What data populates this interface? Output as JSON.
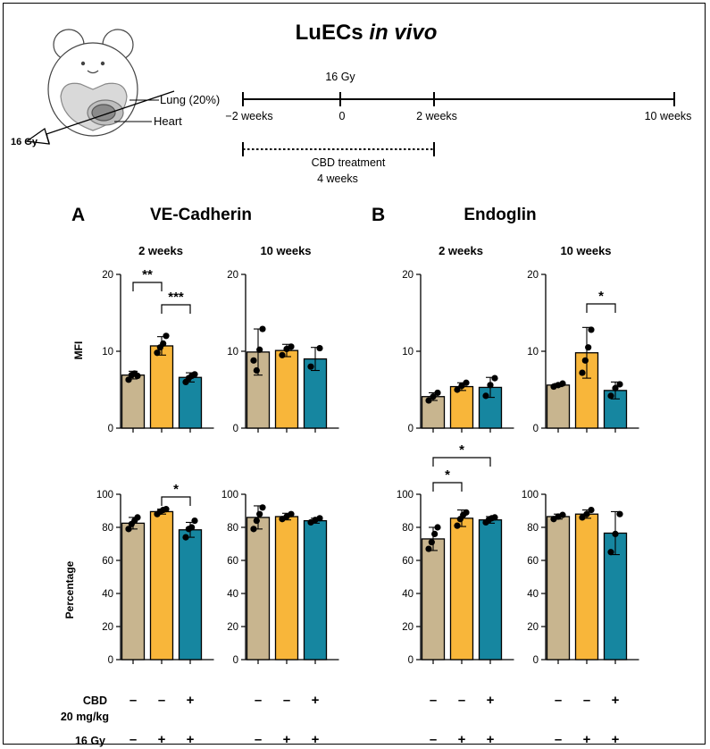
{
  "figure": {
    "title_main": "LuECs ",
    "title_italic": "in vivo",
    "illustration": {
      "lung_label": "Lung (20%)",
      "heart_label": "Heart",
      "dose_label": "16 Gy"
    },
    "timeline": {
      "dose_label": "16 Gy",
      "ticks": [
        "−2 weeks",
        "0",
        "2 weeks",
        "10 weeks"
      ],
      "treatment_label": "CBD treatment",
      "treatment_duration": "4 weeks"
    },
    "panels": [
      {
        "letter": "A",
        "title": "VE-Cadherin"
      },
      {
        "letter": "B",
        "title": "Endoglin"
      }
    ],
    "timepoints": [
      "2 weeks",
      "10 weeks",
      "2 weeks",
      "10 weeks"
    ],
    "conditions": {
      "cbd_label_line1": "CBD",
      "cbd_label_line2": "20 mg/kg",
      "gy_label": "16 Gy",
      "cbd_signs": [
        "–",
        "–",
        "+"
      ],
      "gy_signs": [
        "–",
        "+",
        "+"
      ]
    },
    "colors": {
      "control": "#c8b58f",
      "irradiated": "#f8b63a",
      "cbd": "#1686a0"
    }
  },
  "chart_data": [
    {
      "type": "bar",
      "panel": "A",
      "marker": "VE-Cadherin",
      "timepoint": "2 weeks",
      "ylabel": "MFI",
      "ylim": [
        0,
        20
      ],
      "yticks": [
        0,
        10,
        20
      ],
      "values": [
        6.9,
        10.7,
        6.6
      ],
      "errors": [
        0.5,
        1.2,
        0.6
      ],
      "points": [
        [
          6.3,
          6.9,
          7.1,
          6.8
        ],
        [
          9.8,
          10.5,
          11.0,
          12.0
        ],
        [
          6.0,
          6.5,
          6.8,
          7.0
        ]
      ],
      "significance": [
        {
          "from": 0,
          "to": 1,
          "label": "**"
        },
        {
          "from": 1,
          "to": 2,
          "label": "***"
        }
      ]
    },
    {
      "type": "bar",
      "panel": "A",
      "marker": "VE-Cadherin",
      "timepoint": "10 weeks",
      "ylabel": "",
      "ylim": [
        0,
        20
      ],
      "yticks": [
        0,
        10,
        20
      ],
      "values": [
        9.9,
        10.1,
        9.0
      ],
      "errors": [
        3.0,
        0.8,
        1.5
      ],
      "points": [
        [
          8.8,
          7.5,
          10.2,
          12.9
        ],
        [
          9.5,
          10.3,
          10.6
        ],
        [
          8.0,
          10.4
        ]
      ],
      "significance": []
    },
    {
      "type": "bar",
      "panel": "B",
      "marker": "Endoglin",
      "timepoint": "2 weeks",
      "ylabel": "",
      "ylim": [
        0,
        20
      ],
      "yticks": [
        0,
        10,
        20
      ],
      "values": [
        4.1,
        5.4,
        5.3
      ],
      "errors": [
        0.5,
        0.5,
        1.3
      ],
      "points": [
        [
          3.6,
          4.1,
          4.6
        ],
        [
          5.0,
          5.5,
          5.9
        ],
        [
          4.2,
          5.6,
          6.5
        ]
      ],
      "significance": []
    },
    {
      "type": "bar",
      "panel": "B",
      "marker": "Endoglin",
      "timepoint": "10 weeks",
      "ylabel": "",
      "ylim": [
        0,
        20
      ],
      "yticks": [
        0,
        10,
        20
      ],
      "values": [
        5.6,
        9.8,
        4.9
      ],
      "errors": [
        0.2,
        3.3,
        1.1
      ],
      "points": [
        [
          5.4,
          5.6,
          5.8
        ],
        [
          7.2,
          8.8,
          10.5,
          12.8
        ],
        [
          4.2,
          5.2,
          5.7
        ]
      ],
      "significance": [
        {
          "from": 1,
          "to": 2,
          "label": "*"
        }
      ]
    },
    {
      "type": "bar",
      "panel": "A",
      "marker": "VE-Cadherin",
      "timepoint": "2 weeks",
      "ylabel": "Percentage",
      "ylim": [
        0,
        100
      ],
      "yticks": [
        0,
        20,
        40,
        60,
        80,
        100
      ],
      "values": [
        82.5,
        89.5,
        78.5
      ],
      "errors": [
        3.5,
        1.5,
        4.5
      ],
      "points": [
        [
          79,
          82,
          84,
          86
        ],
        [
          88,
          89.5,
          90.5,
          91
        ],
        [
          74,
          79,
          80,
          84
        ]
      ],
      "significance": [
        {
          "from": 1,
          "to": 2,
          "label": "*"
        }
      ]
    },
    {
      "type": "bar",
      "panel": "A",
      "marker": "VE-Cadherin",
      "timepoint": "10 weeks",
      "ylabel": "",
      "ylim": [
        0,
        100
      ],
      "yticks": [
        0,
        20,
        40,
        60,
        80,
        100
      ],
      "values": [
        86,
        86.5,
        84
      ],
      "errors": [
        7,
        2,
        1.5
      ],
      "points": [
        [
          79,
          84,
          88,
          92
        ],
        [
          85,
          86.5,
          88
        ],
        [
          83,
          84.5,
          85.5
        ]
      ],
      "significance": []
    },
    {
      "type": "bar",
      "panel": "B",
      "marker": "Endoglin",
      "timepoint": "2 weeks",
      "ylabel": "",
      "ylim": [
        0,
        100
      ],
      "yticks": [
        0,
        20,
        40,
        60,
        80,
        100
      ],
      "values": [
        73,
        85.5,
        84.5
      ],
      "errors": [
        7,
        5,
        2
      ],
      "points": [
        [
          67,
          71,
          76,
          80
        ],
        [
          81,
          85,
          87.5,
          89
        ],
        [
          83,
          84.5,
          85.5,
          86
        ]
      ],
      "significance": [
        {
          "from": 0,
          "to": 1,
          "label": "*"
        },
        {
          "from": 0,
          "to": 2,
          "label": "*"
        }
      ]
    },
    {
      "type": "bar",
      "panel": "B",
      "marker": "Endoglin",
      "timepoint": "10 weeks",
      "ylabel": "",
      "ylim": [
        0,
        100
      ],
      "yticks": [
        0,
        20,
        40,
        60,
        80,
        100
      ],
      "values": [
        86.5,
        88,
        76.5
      ],
      "errors": [
        1.5,
        2.5,
        13
      ],
      "points": [
        [
          85,
          86.5,
          87.5
        ],
        [
          86,
          88,
          90.5
        ],
        [
          65,
          76,
          88
        ]
      ],
      "significance": []
    }
  ]
}
